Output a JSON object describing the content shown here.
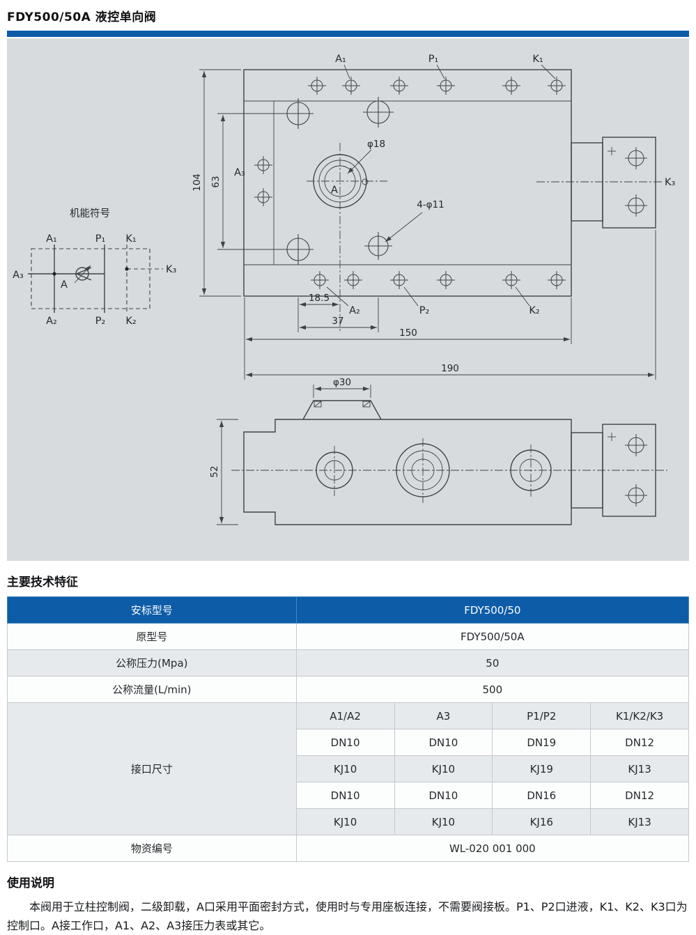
{
  "page": {
    "title": "FDY500/50A 液控单向阀"
  },
  "colors": {
    "accent": "#0d5ca8",
    "panel": "#d8dbde"
  },
  "drawing": {
    "symbol_title": "机能符号",
    "ports": {
      "a1": "A₁",
      "p1": "P₁",
      "k1": "K₁",
      "a2": "A₂",
      "p2": "P₂",
      "k2": "K₂",
      "a3": "A₃",
      "k3": "K₃",
      "a": "A"
    },
    "dims": {
      "h104": "104",
      "h63": "63",
      "phi18": "φ18",
      "holes4": "4-φ11",
      "w18_5": "18.5",
      "w37": "37",
      "w150": "150",
      "w190": "190",
      "phi30": "φ30",
      "h52": "52"
    }
  },
  "sections": {
    "specs_heading": "主要技术特征",
    "usage_heading": "使用说明"
  },
  "table": {
    "rows_kv": [
      {
        "label": "安标型号",
        "value": "FDY500/50"
      },
      {
        "label": "原型号",
        "value": "FDY500/50A"
      },
      {
        "label": "公称压力(Mpa)",
        "value": "50"
      },
      {
        "label": "公称流量(L/min)",
        "value": "500"
      }
    ],
    "port_size_label": "接口尺寸",
    "port_grid": [
      [
        "A1/A2",
        "A3",
        "P1/P2",
        "K1/K2/K3"
      ],
      [
        "DN10",
        "DN10",
        "DN19",
        "DN12"
      ],
      [
        "KJ10",
        "KJ10",
        "KJ19",
        "KJ13"
      ],
      [
        "DN10",
        "DN10",
        "DN16",
        "DN12"
      ],
      [
        "KJ10",
        "KJ10",
        "KJ16",
        "KJ13"
      ]
    ],
    "material_label": "物资编号",
    "material_value": "WL-020 001 000"
  },
  "usage": {
    "text": "本阀用于立柱控制阀，二级卸载，A口采用平面密封方式，使用时与专用座板连接，不需要阀接板。P1、P2口进液，K1、K2、K3口为控制口。A接工作口，A1、A2、A3接压力表或其它。"
  }
}
